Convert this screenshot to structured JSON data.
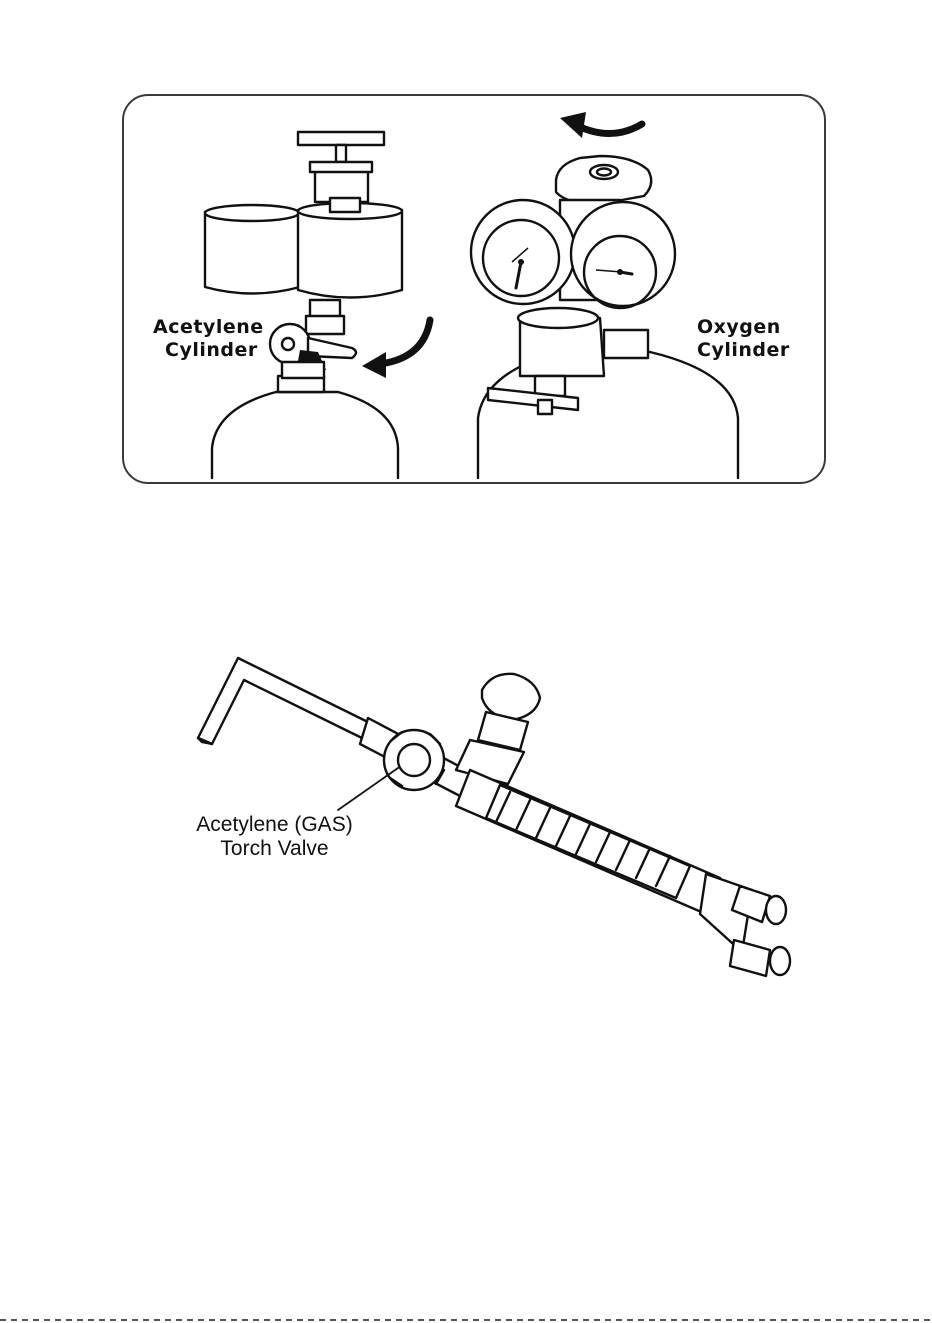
{
  "figure_top": {
    "acetylene_label": [
      "Acetylene",
      "Cylinder"
    ],
    "oxygen_label": [
      "Oxygen",
      "Cylinder"
    ]
  },
  "figure_bottom": {
    "torch_valve_label": [
      "Acetylene (GAS)",
      "Torch Valve"
    ]
  },
  "colors": {
    "ink": "#111111",
    "panel_border": "#3a3a3a",
    "background": "#ffffff"
  }
}
